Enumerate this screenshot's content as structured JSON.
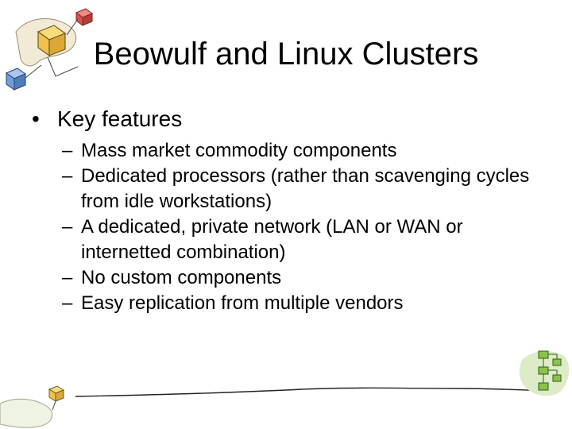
{
  "slide": {
    "title": "Beowulf and Linux Clusters",
    "bullet": "Key features",
    "bullet_marker": "•",
    "sub_marker": "–",
    "sub_items": [
      "Mass market commodity components",
      "Dedicated processors (rather than scavenging cycles from idle workstations)",
      "A dedicated, private network (LAN or WAN or internetted combination)",
      "No custom components",
      "Easy replication from multiple vendors"
    ]
  },
  "colors": {
    "cube_yellow": "#f5c84a",
    "cube_blue": "#6f9fd8",
    "cube_red": "#d9534f",
    "hand_green": "#a8c97a",
    "flowchart_green": "#5aa02c"
  }
}
